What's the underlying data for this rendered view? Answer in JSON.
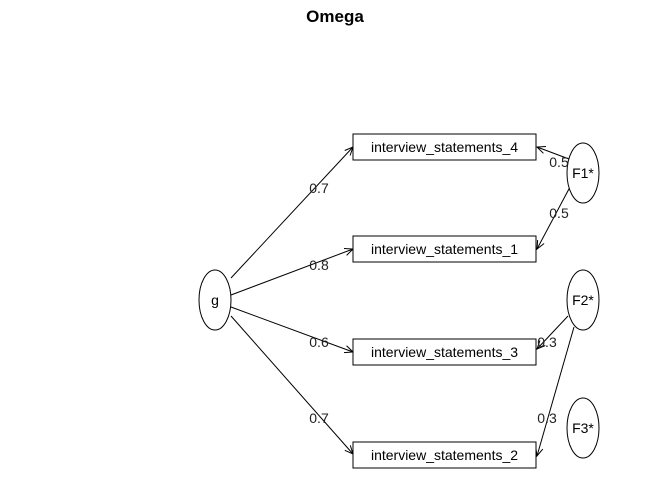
{
  "title": "Omega",
  "general_factor": {
    "label": "g"
  },
  "group_factors": [
    {
      "id": "F1",
      "label": "F1*"
    },
    {
      "id": "F2",
      "label": "F2*"
    },
    {
      "id": "F3",
      "label": "F3*"
    }
  ],
  "indicators": [
    {
      "id": "is4",
      "label": "interview_statements_4"
    },
    {
      "id": "is1",
      "label": "interview_statements_1"
    },
    {
      "id": "is3",
      "label": "interview_statements_3"
    },
    {
      "id": "is2",
      "label": "interview_statements_2"
    }
  ],
  "general_loadings": [
    {
      "to": "is4",
      "value": "0.7"
    },
    {
      "to": "is1",
      "value": "0.8"
    },
    {
      "to": "is3",
      "value": "0.6"
    },
    {
      "to": "is2",
      "value": "0.7"
    }
  ],
  "group_loadings": [
    {
      "from": "F1",
      "to": "is4",
      "value": "0.5"
    },
    {
      "from": "F1",
      "to": "is1",
      "value": "0.5"
    },
    {
      "from": "F2",
      "to": "is3",
      "value": "0.3"
    },
    {
      "from": "F2",
      "to": "is2",
      "value": "0.3"
    }
  ]
}
